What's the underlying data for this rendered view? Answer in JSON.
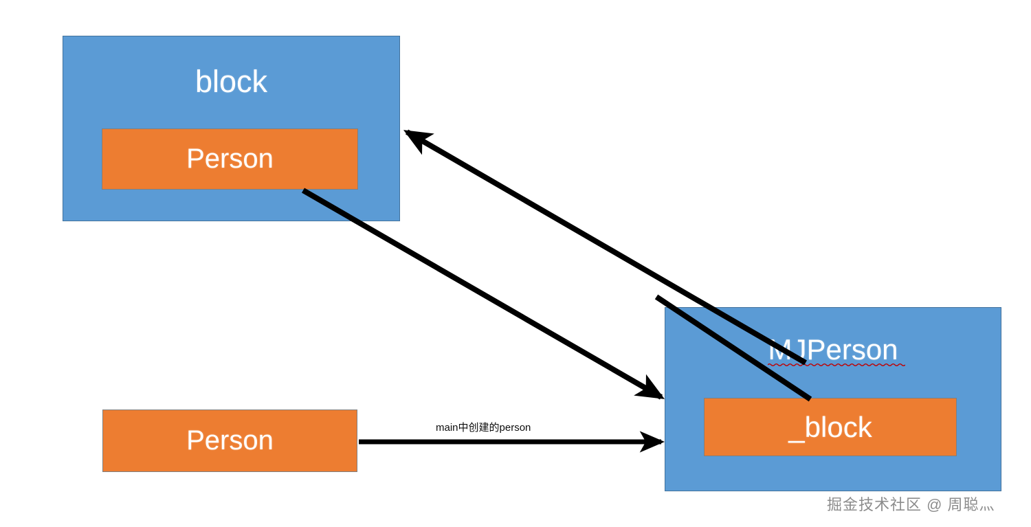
{
  "diagram": {
    "title": "block capture diagram",
    "colors": {
      "blue_fill": "#5B9BD5",
      "blue_border": "#41719C",
      "orange_fill": "#ED7D31",
      "orange_border": "#7F7F7F",
      "arrow": "#000000",
      "background": "#FFFFFF",
      "spellcheck_underline": "#C00000",
      "watermark": "#8C8C8C"
    },
    "nodes": {
      "block_container": {
        "label": "block",
        "kind": "blue-container"
      },
      "person_in_block": {
        "label": "Person",
        "kind": "orange-member"
      },
      "mjperson_container": {
        "label": "MJPerson",
        "kind": "blue-container",
        "spellcheck_underline": true
      },
      "block_in_mjperson": {
        "label": "_block",
        "kind": "orange-member"
      },
      "person_main": {
        "label": "Person",
        "kind": "orange-member"
      }
    },
    "edges": {
      "mjperson_to_block": {
        "label": "",
        "from": "mjperson_container",
        "to": "block_container",
        "arrowhead": "end"
      },
      "person_in_block_to_mjperson": {
        "label": "",
        "from": "person_in_block",
        "to": "mjperson_container",
        "arrowhead": "end"
      },
      "person_main_to_mjperson": {
        "label": "main中创建的person",
        "from": "person_main",
        "to": "mjperson_container",
        "arrowhead": "end"
      },
      "block_container_to_block_member": {
        "label": "",
        "from": "block_container",
        "to": "block_in_mjperson",
        "arrowhead": "none"
      }
    },
    "watermark": "掘金技术社区 @ 周聪灬"
  }
}
